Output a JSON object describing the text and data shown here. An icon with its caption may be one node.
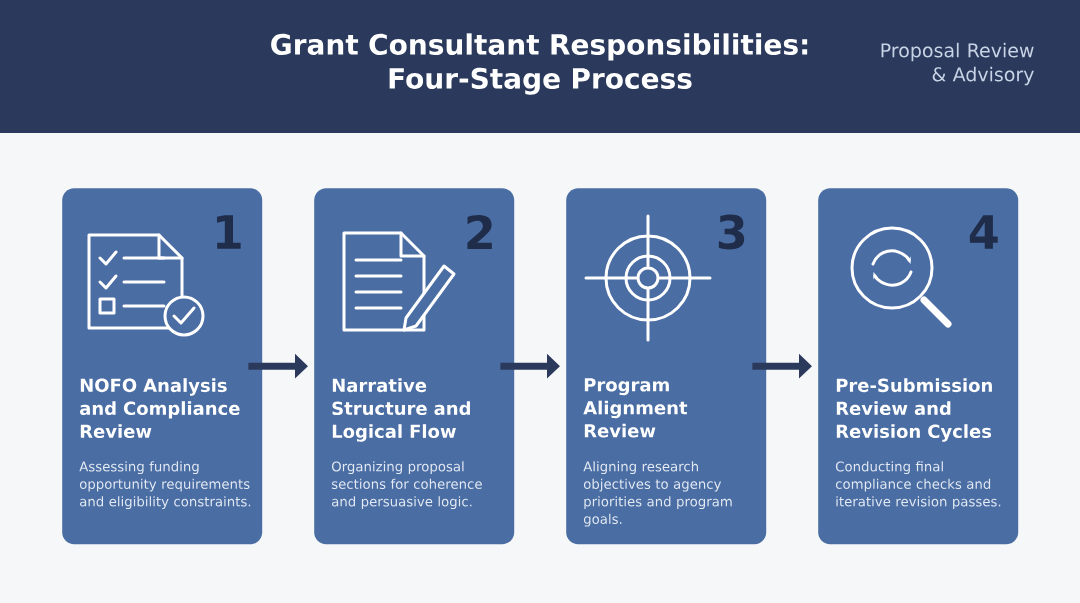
{
  "diagram": {
    "title": "Grant Consultant Responsibilities: Four-Stage Process",
    "nodes": [
      {
        "text": [
          "1",
          "NOFO Analysis and Compliance Review",
          "Assessing funding opportunity requirements and eligibility constraints."
        ]
      },
      {
        "text": [
          "2",
          "Narrative Structure and Logical Flow",
          "Organizing proposal sections for coherence and persuasive logic."
        ]
      },
      {
        "text": [
          "3",
          "Program Alignment Review",
          "Aligning research objectives to agency priorities and program goals."
        ]
      },
      {
        "text": [
          "4",
          "Pre-Submission Review and Revision Cycles",
          "Conducting final compliance checks and iterative revision passes."
        ]
      }
    ],
    "edges": [
      {
        "from": 0,
        "to": 1,
        "arrow": "to"
      },
      {
        "from": 1,
        "to": 2,
        "arrow": "to"
      },
      {
        "from": 2,
        "to": 3,
        "arrow": "to"
      }
    ],
    "labels": [
      "Proposal Review & Advisory"
    ]
  }
}
